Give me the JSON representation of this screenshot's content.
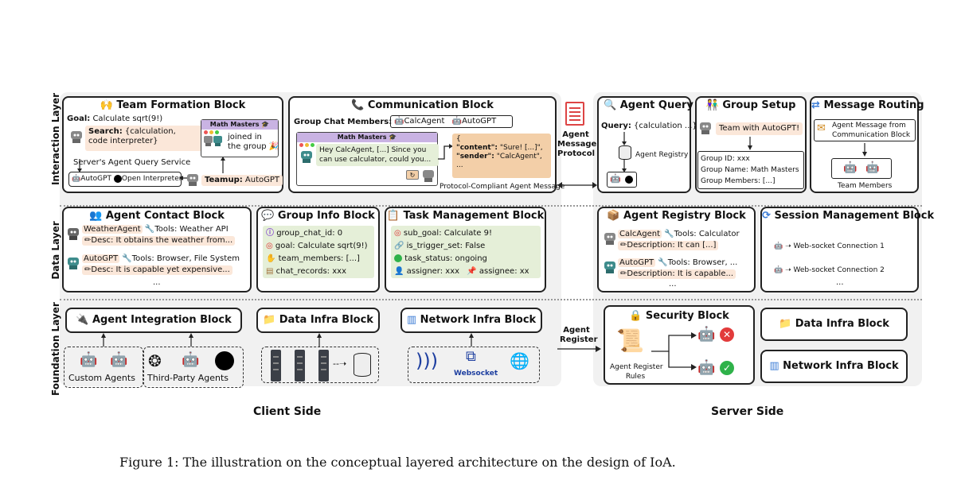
{
  "layers": {
    "interaction": "Interaction Layer",
    "data": "Data Layer",
    "foundation": "Foundation Layer"
  },
  "team_formation": {
    "title": "Team Formation Block",
    "goal_label": "Goal:",
    "goal_value": "Calculate sqrt(9!)",
    "search_label": "Search:",
    "search_value_1": "{calculation,",
    "search_value_2": "code interpreter}",
    "chat_title": "Math Masters",
    "joined_1": "joined in",
    "joined_2": "the group",
    "service": "Server's Agent Query Service",
    "agent_1": "AutoGPT",
    "agent_2": "Open Interpreter",
    "teamup_label": "Teamup:",
    "teamup_value": "AutoGPT"
  },
  "communication": {
    "title": "Communication Block",
    "members_label": "Group Chat Members:",
    "member_1": "CalcAgent",
    "member_2": "AutoGPT",
    "chat_title": "Math Masters",
    "message_1": "Hey CalcAgent, [...] Since you",
    "message_2": "can use calculator, could you...",
    "json_open": "{",
    "json_content_key": "\"content\":",
    "json_content_val": "\"Sure! [...]\",",
    "json_sender_key": "\"sender\":",
    "json_sender_val": "\"CalcAgent\",",
    "json_more": "...",
    "json_close": "}",
    "caption": "Protocol-Compliant Agent Message"
  },
  "protocol": {
    "line_1": "Agent",
    "line_2": "Message",
    "line_3": "Protocol"
  },
  "agent_query": {
    "title": "Agent Query",
    "query_label": "Query:",
    "query_value": "{calculation ...}",
    "registry": "Agent Registry"
  },
  "group_setup": {
    "title": "Group Setup",
    "bubble": "Team with AutoGPT!",
    "group_id": "Group ID: xxx",
    "group_name": "Group Name: Math Masters",
    "group_members": "Group Members: [...]"
  },
  "message_routing": {
    "title": "Message Routing",
    "message_1": "Agent Message from",
    "message_2": "Communication Block",
    "team": "Team Members"
  },
  "agent_contact": {
    "title": "Agent Contact Block",
    "row1_name": "WeatherAgent",
    "row1_tools": "Tools: Weather API",
    "row1_desc": "Desc: It obtains the weather from...",
    "row2_name": "AutoGPT",
    "row2_tools": "Tools: Browser, File System",
    "row2_desc": "Desc: It is capable yet expensive...",
    "more": "..."
  },
  "group_info": {
    "title": "Group Info Block",
    "row_1": "group_chat_id: 0",
    "row_2": "goal: Calculate sqrt(9!)",
    "row_3": "team_members: [...]",
    "row_4": "chat_records: xxx"
  },
  "task_management": {
    "title": "Task Management Block",
    "row_1": "sub_goal: Calculate 9!",
    "row_2": "is_trigger_set: False",
    "row_3": "task_status: ongoing",
    "row_4a": "assigner: xxx",
    "row_4b": "assignee: xx"
  },
  "agent_registry": {
    "title": "Agent Registry Block",
    "row1_name": "CalcAgent",
    "row1_tools": "Tools: Calculator",
    "row1_desc": "Description: It can [...]",
    "row2_name": "AutoGPT",
    "row2_tools": "Tools: Browser, ...",
    "row2_desc": "Description: It is capable...",
    "more": "..."
  },
  "session_management": {
    "title": "Session Management Block",
    "conn_1": "Web-socket Connection 1",
    "conn_2": "Web-socket Connection 2",
    "more": "..."
  },
  "foundation_client": {
    "integration_title": "Agent Integration Block",
    "data_infra_title": "Data Infra Block",
    "network_infra_title": "Network Infra Block",
    "custom_agents": "Custom Agents",
    "third_party_agents": "Third-Party Agents",
    "websocket": "Websocket"
  },
  "foundation_server": {
    "agent_register_1": "Agent",
    "agent_register_2": "Register",
    "security_title": "Security Block",
    "rules_1": "Agent Register",
    "rules_2": "Rules",
    "data_infra_title": "Data Infra Block",
    "network_infra_title": "Network Infra Block"
  },
  "sides": {
    "client": "Client Side",
    "server": "Server Side"
  },
  "caption": "Figure 1: The illustration on the conceptual layered architecture on the design of IoA.",
  "colors": {
    "band": "#f1f1f1",
    "peach": "#fbe7d9",
    "green": "#e5efd8",
    "chat_header": "#c9b3e3",
    "json_box": "#f3cfa8",
    "robot_teal": "#3e8c8c",
    "ok": "#2fb24a",
    "error": "#e23b3b"
  }
}
